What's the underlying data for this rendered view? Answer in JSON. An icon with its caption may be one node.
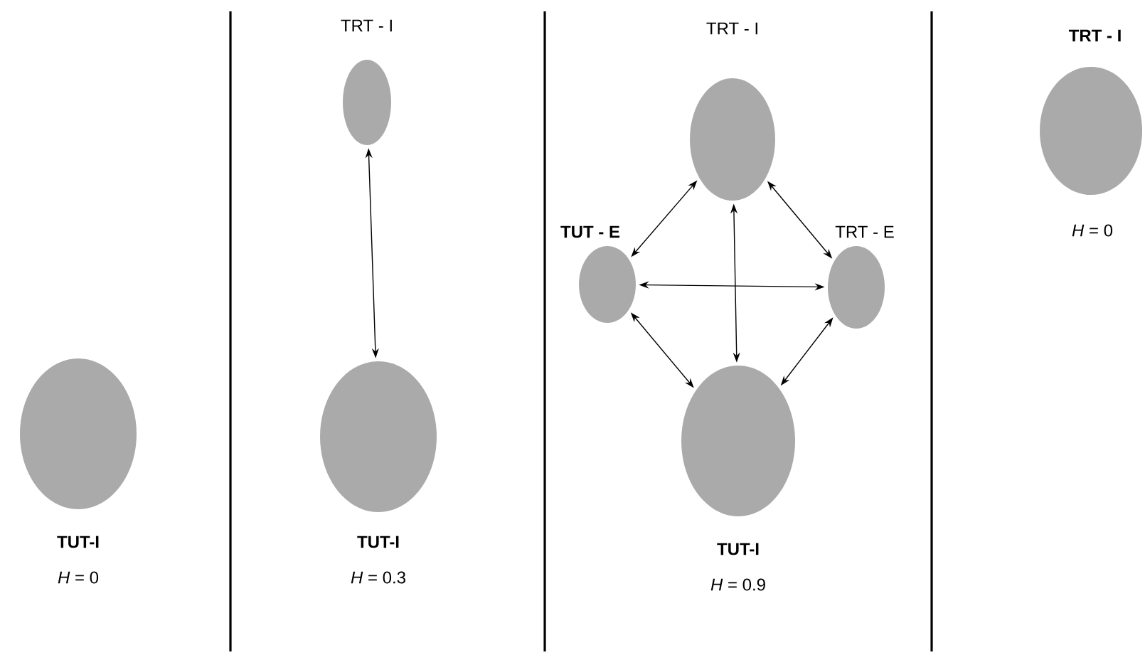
{
  "diagram": {
    "nodes": [
      {
        "text": [
          "TUT-I"
        ],
        "beside": [
          "*H* = 0"
        ]
      },
      {
        "text": [
          "TRT - I"
        ]
      },
      {
        "text": [
          "TUT-I"
        ],
        "beside": [
          "*H* = 0.3"
        ]
      },
      {
        "text": [
          "TRT - I"
        ]
      },
      {
        "text": [
          "TUT - E"
        ]
      },
      {
        "text": [
          "TRT - E"
        ]
      },
      {
        "text": [
          "TUT-I"
        ],
        "beside": [
          "*H* = 0.9"
        ]
      },
      {
        "text": [
          "TRT - I"
        ],
        "beside": [
          "*H* = 0"
        ]
      }
    ],
    "edges": [
      {
        "from": 1,
        "to": 2,
        "arrow": "both"
      },
      {
        "from": 3,
        "to": 4,
        "arrow": "both"
      },
      {
        "from": 3,
        "to": 5,
        "arrow": "both"
      },
      {
        "from": 4,
        "to": 5,
        "arrow": "both"
      },
      {
        "from": 3,
        "to": 6,
        "arrow": "both"
      },
      {
        "from": 4,
        "to": 6,
        "arrow": "both"
      },
      {
        "from": 5,
        "to": 6,
        "arrow": "both"
      }
    ]
  }
}
